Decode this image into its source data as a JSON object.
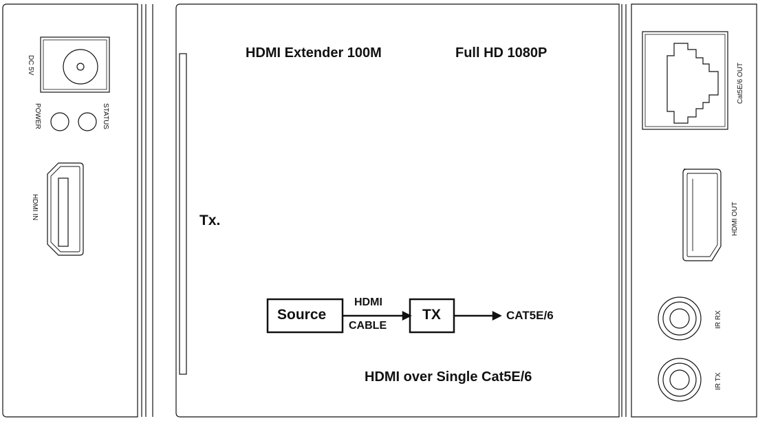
{
  "front": {
    "model_title": "HDMI Extender  100M",
    "resolution_title": "Full HD 1080P",
    "unit_label": "Tx.",
    "tagline": "HDMI over Single Cat5E/6"
  },
  "signal_flow": {
    "source_label": "Source",
    "cable_label_top": "HDMI",
    "cable_label_bottom": "CABLE",
    "tx_label": "TX",
    "output_label": "CAT5E/6"
  },
  "left_panel": {
    "dc_label": "DC 5V",
    "power_label": "POWER",
    "status_label": "STATUS",
    "hdmi_in_label": "HDMI IN"
  },
  "right_panel": {
    "cat_out_label": "Cat5E/6 OUT",
    "hdmi_out_label": "HDMI OUT",
    "ir_rx_label": "IR RX",
    "ir_tx_label": "IR TX"
  },
  "colors": {
    "stroke": "#111111",
    "background": "#ffffff"
  }
}
